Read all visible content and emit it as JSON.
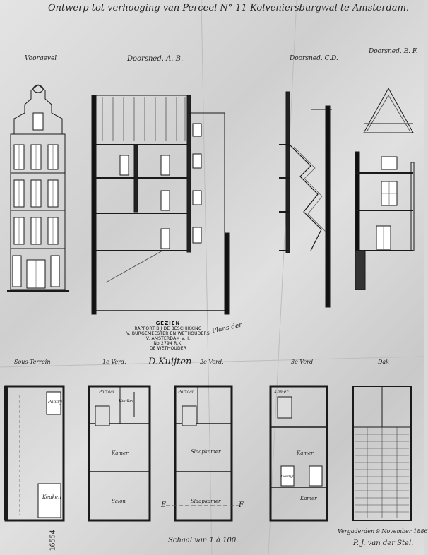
{
  "title": "Ontwerp tot verhooging van Perceel N° 11 Kolveniersburgwal te Amsterdam.",
  "elevation_labels": {
    "front": "Voorgevel",
    "section_ab": "Doorsned. A. B.",
    "section_cd": "Doorsned. C.D.",
    "section_ef": "Doorsned. E. F."
  },
  "stamp": {
    "head": "GEZIEN",
    "lines": [
      "RAPPORT BIJ DE BESCHIKKING",
      "V. BURGEMEESTER EN WETHOUDERS",
      "V. AMSTERDAM V.H.",
      "No 2794 R.K.",
      "DE WETHOUDER"
    ]
  },
  "plans_label": "Plans der",
  "floor_labels": {
    "ground": "Sous-Terrein",
    "first": "1e Verd.",
    "second": "2e Verd.",
    "third": "3e Verd.",
    "roof": "Dak"
  },
  "room_labels": {
    "ground_a": "Pantry",
    "ground_b": "Keuken",
    "first_a": "Portaal",
    "first_b": "Keuken",
    "first_c": "Kamer",
    "first_d": "Salon",
    "second_a": "Portaal",
    "second_b": "Slaapkamer",
    "second_c": "Slaapkamer",
    "third_a": "Kamer",
    "third_b": "Gordijn",
    "third_c": "Kamer",
    "third_d": "Kamer"
  },
  "section_marks": {
    "e": "E",
    "f": "F"
  },
  "signature": "D.Kuijten",
  "scale": "Schaal van 1 à 100.",
  "date_line": "Vergaderden 9 November 1886",
  "signer": "P. J. van der Stel.",
  "archive_number": "16554"
}
